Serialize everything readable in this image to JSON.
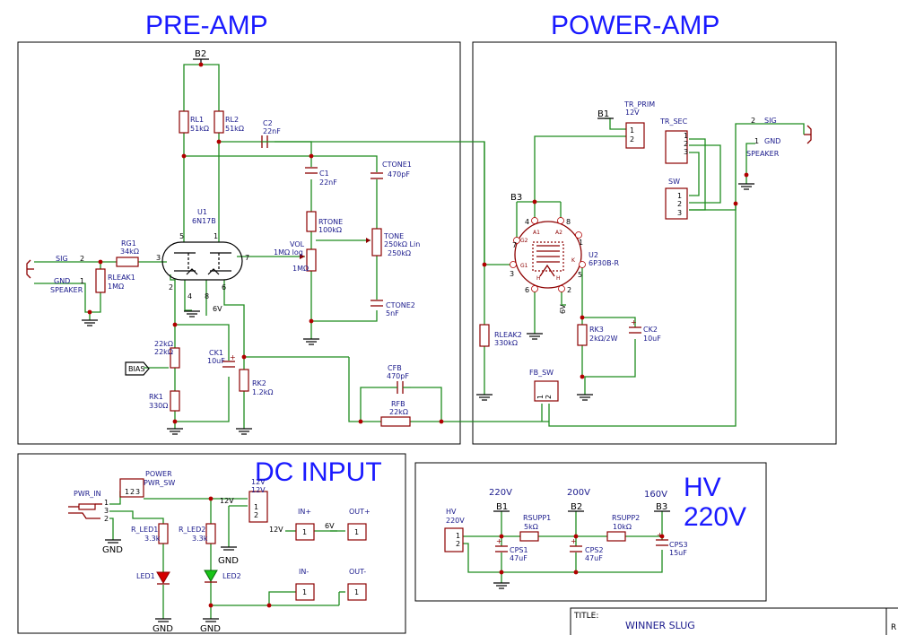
{
  "sections": {
    "preamp": "PRE-AMP",
    "poweramp": "POWER-AMP",
    "dcinput": "DC INPUT",
    "hv_line1": "HV",
    "hv_line2": "220V"
  },
  "title_block": {
    "title_label": "TITLE:",
    "title_value": "WINNER SLUG",
    "rev_label": "R"
  },
  "nets": {
    "b1": "B1",
    "b2": "B2",
    "b3": "B3",
    "v220": "220V",
    "v200": "200V",
    "v160": "160V",
    "v12": "12V",
    "v6": "6V",
    "gnd": "GND",
    "sig": "SIG",
    "bias": "BIAS"
  },
  "preamp": {
    "rl1": [
      "RL1",
      "51kΩ"
    ],
    "rl2": [
      "RL2",
      "51kΩ"
    ],
    "c2": [
      "C2",
      "22nF"
    ],
    "c1": [
      "C1",
      "22nF"
    ],
    "ctone1": [
      "CTONE1",
      "470pF"
    ],
    "rtone": [
      "RTONE",
      "100kΩ"
    ],
    "tone": [
      "TONE",
      "250kΩ Lin",
      "250kΩ"
    ],
    "vol": [
      "VOL",
      "1MΩ log",
      "1MΩ"
    ],
    "ctone2": [
      "CTONE2",
      "5nF"
    ],
    "u1": [
      "U1",
      "6N17B"
    ],
    "u1_pins": [
      "5",
      "1",
      "3",
      "7",
      "2",
      "4",
      "8",
      "6"
    ],
    "rg1": [
      "RG1",
      "34kΩ"
    ],
    "rleak1": [
      "RLEAK1",
      "1MΩ"
    ],
    "input_jack": [
      "SIG",
      "2",
      "GND",
      "1",
      "SPEAKER"
    ],
    "trim": [
      "22kΩ",
      "22kΩ"
    ],
    "rk1": [
      "RK1",
      "330Ω"
    ],
    "ck1": [
      "CK1",
      "10uF"
    ],
    "rk2": [
      "RK2",
      "1.2kΩ"
    ],
    "cfb": [
      "CFB",
      "470pF"
    ],
    "rfb": [
      "RFB",
      "22kΩ"
    ]
  },
  "poweramp": {
    "tr_prim": [
      "TR_PRIM",
      "12V",
      "1",
      "2"
    ],
    "tr_sec": [
      "TR_SEC",
      "1",
      "2",
      "3"
    ],
    "sw": [
      "SW",
      "1",
      "2",
      "3"
    ],
    "speaker": [
      "2",
      "SIG",
      "1",
      "GND",
      "SPEAKER"
    ],
    "u2": [
      "U2",
      "6P30B-R"
    ],
    "u2_pins": [
      "4",
      "8",
      "7",
      "1",
      "3",
      "5",
      "6",
      "2"
    ],
    "u2_inner": [
      "A1",
      "A2",
      "G2",
      "G1",
      "K",
      "H",
      "H"
    ],
    "rleak2": [
      "RLEAK2",
      "330kΩ"
    ],
    "rk3": [
      "RK3",
      "2kΩ/2W"
    ],
    "ck2": [
      "CK2",
      "10uF"
    ],
    "fb_sw": [
      "FB_SW",
      "1",
      "2"
    ]
  },
  "dcinput": {
    "pwr_in": [
      "PWR_IN",
      "1",
      "3",
      "2"
    ],
    "power_sw": [
      "POWER",
      "PWR_SW",
      "1",
      "2",
      "3"
    ],
    "r_led1": [
      "R_LED1",
      "3.3k"
    ],
    "r_led2": [
      "R_LED2",
      "3.3k"
    ],
    "led1": "LED1",
    "led2": "LED2",
    "reg_12v": [
      "12V",
      "12V",
      "1",
      "2"
    ],
    "in_plus": "IN+",
    "out_plus": "OUT+",
    "in_minus": "IN-",
    "out_minus": "OUT-",
    "conn_pin": "1"
  },
  "hv": {
    "hv_conn": [
      "HV",
      "220V",
      "1",
      "2"
    ],
    "rsupp1": [
      "RSUPP1",
      "5kΩ"
    ],
    "rsupp2": [
      "RSUPP2",
      "10kΩ"
    ],
    "cps1": [
      "CPS1",
      "47uF"
    ],
    "cps2": [
      "CPS2",
      "47uF"
    ],
    "cps3": [
      "CPS3",
      "15uF"
    ]
  },
  "colors": {
    "heading": "#1a1aff",
    "wire": "#1e8c1e",
    "component": "#8c0000",
    "label": "#1a1a8c"
  }
}
